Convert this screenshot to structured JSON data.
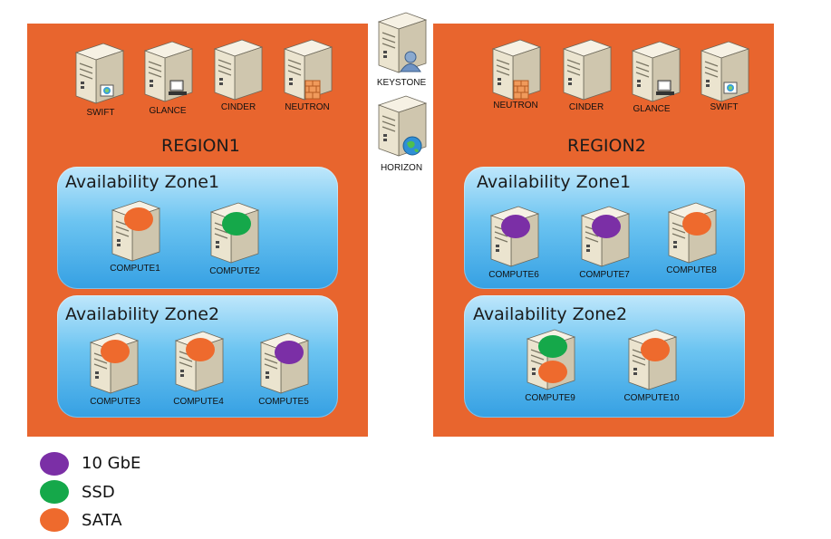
{
  "center": {
    "keystone_label": "KEYSTONE",
    "horizon_label": "HORIZON"
  },
  "region1": {
    "title": "REGION1",
    "services": [
      "SWIFT",
      "GLANCE",
      "CINDER",
      "NEUTRON"
    ],
    "zone1": {
      "title": "Availability Zone1",
      "computes": [
        "COMPUTE1",
        "COMPUTE2"
      ]
    },
    "zone2": {
      "title": "Availability Zone2",
      "computes": [
        "COMPUTE3",
        "COMPUTE4",
        "COMPUTE5"
      ]
    }
  },
  "region2": {
    "title": "REGION2",
    "services": [
      "NEUTRON",
      "CINDER",
      "GLANCE",
      "SWIFT"
    ],
    "zone1": {
      "title": "Availability Zone1",
      "computes": [
        "COMPUTE6",
        "COMPUTE7",
        "COMPUTE8"
      ]
    },
    "zone2": {
      "title": "Availability Zone2",
      "computes": [
        "COMPUTE9",
        "COMPUTE10"
      ]
    }
  },
  "legend": [
    {
      "label": "10 GbE",
      "color": "#7b2fa6"
    },
    {
      "label": "SSD",
      "color": "#15a84a"
    },
    {
      "label": "SATA",
      "color": "#ee6a2d"
    }
  ],
  "colors": {
    "region_fill": "#e8652e",
    "tengbe": "#7b2fa6",
    "ssd": "#15a84a",
    "sata": "#ee6a2d"
  }
}
